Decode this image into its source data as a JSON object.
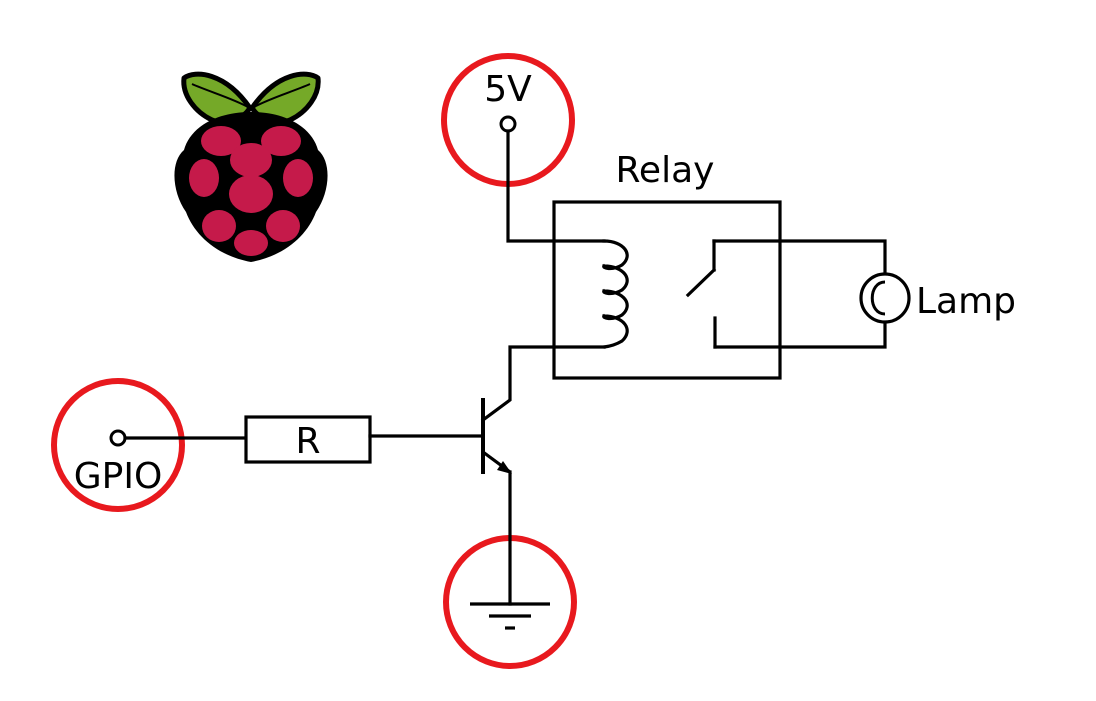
{
  "labels": {
    "supply": "5V",
    "relay": "Relay",
    "lamp": "Lamp",
    "gpio": "GPIO",
    "resistor": "R"
  },
  "colors": {
    "highlight_ring": "#e8191e",
    "wire": "#000000",
    "raspberry_fruit": "#c51a4a",
    "raspberry_leaf": "#75a928"
  },
  "icons": {
    "logo": "raspberry-pi-logo-icon",
    "ground": "ground-icon",
    "transistor": "npn-transistor-icon",
    "lamp": "lamp-icon",
    "coil": "relay-coil-icon",
    "switch": "relay-switch-icon"
  }
}
